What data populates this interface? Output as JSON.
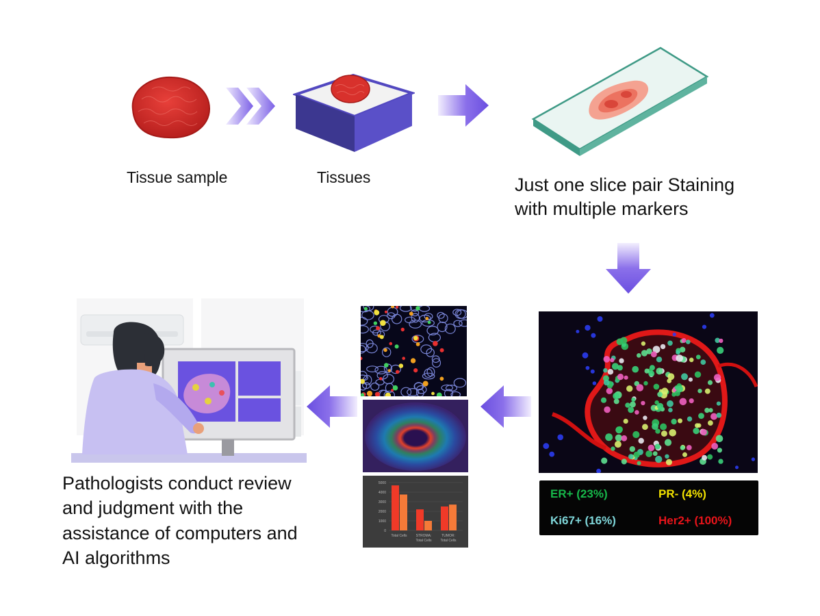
{
  "steps": {
    "tissue_sample": "Tissue sample",
    "tissues": "Tissues",
    "staining_line1": "Just one slice pair Staining",
    "staining_line2": "with multiple markers",
    "review_line1": "Pathologists conduct review",
    "review_line2": "and judgment with the",
    "review_line3": "assistance of computers and",
    "review_line4": "AI algorithms"
  },
  "markers": {
    "er": {
      "label": "ER+ (23%)",
      "color": "#17b84a"
    },
    "pr": {
      "label": "PR- (4%)",
      "color": "#f2e200"
    },
    "ki67": {
      "label": "Ki67+ (16%)",
      "color": "#7fd6d9"
    },
    "her2": {
      "label": "Her2+ (100%)",
      "color": "#e8141a"
    }
  },
  "mini_chart": {
    "ticks": [
      "5000",
      "4000",
      "3000",
      "2000",
      "1000",
      "0"
    ],
    "groups": [
      {
        "label1": "Total Cells",
        "label2": ""
      },
      {
        "label1": "STROMA:",
        "label2": "Total Cells"
      },
      {
        "label1": "TUMOR:",
        "label2": "Total Cells"
      }
    ]
  },
  "chart_data": {
    "type": "bar",
    "categories": [
      "Total Cells",
      "STROMA: Total Cells",
      "TUMOR: Total Cells"
    ],
    "series": [
      {
        "values": [
          4700,
          2200,
          2500
        ]
      },
      {
        "values": [
          3750,
          1000,
          2700
        ]
      }
    ],
    "ylim": [
      0,
      5000
    ],
    "yticks": [
      0,
      1000,
      2000,
      3000,
      4000,
      5000
    ]
  },
  "colors": {
    "arrow": "#6b4fe0",
    "tissue": "#d8312c",
    "box": "#5248c0",
    "slide": "#3f9a86",
    "monitor_panel": "#6a52e0"
  }
}
